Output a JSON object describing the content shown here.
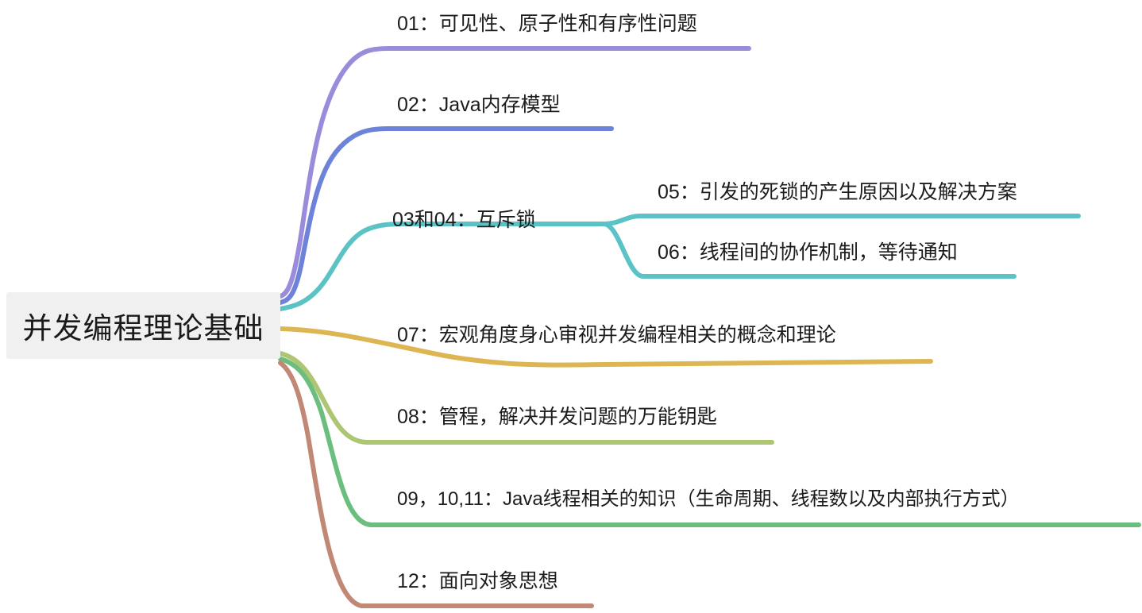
{
  "diagram": {
    "type": "mindmap",
    "title": "并发编程理论基础",
    "background_color": "#ffffff",
    "root": {
      "label": "并发编程理论基础",
      "background_color": "#f0f0f0",
      "text_color": "#1a1a1a"
    },
    "branches": [
      {
        "id": "01",
        "label": "01：可见性、原子性和有序性问题",
        "color": "#9b8bdb",
        "children": []
      },
      {
        "id": "02",
        "label": "02：Java内存模型",
        "color": "#6c83d9",
        "children": []
      },
      {
        "id": "0304",
        "label": "03和04：互斥锁",
        "color": "#5bc3c6",
        "children": [
          {
            "id": "05",
            "label": "05：引发的死锁的产生原因以及解决方案",
            "color": "#5bc3c6"
          },
          {
            "id": "06",
            "label": "06：线程间的协作机制，等待通知",
            "color": "#5bc3c6"
          }
        ]
      },
      {
        "id": "07",
        "label": "07：宏观角度身心审视并发编程相关的概念和理论",
        "color": "#ddb653",
        "children": []
      },
      {
        "id": "08",
        "label": "08：管程，解决并发问题的万能钥匙",
        "color": "#aec573",
        "children": []
      },
      {
        "id": "09",
        "label": "09，10,11：Java线程相关的知识（生命周期、线程数以及内部执行方式）",
        "color": "#6cbe7f",
        "children": []
      },
      {
        "id": "12",
        "label": "12：面向对象思想",
        "color": "#c18876",
        "children": []
      }
    ]
  }
}
